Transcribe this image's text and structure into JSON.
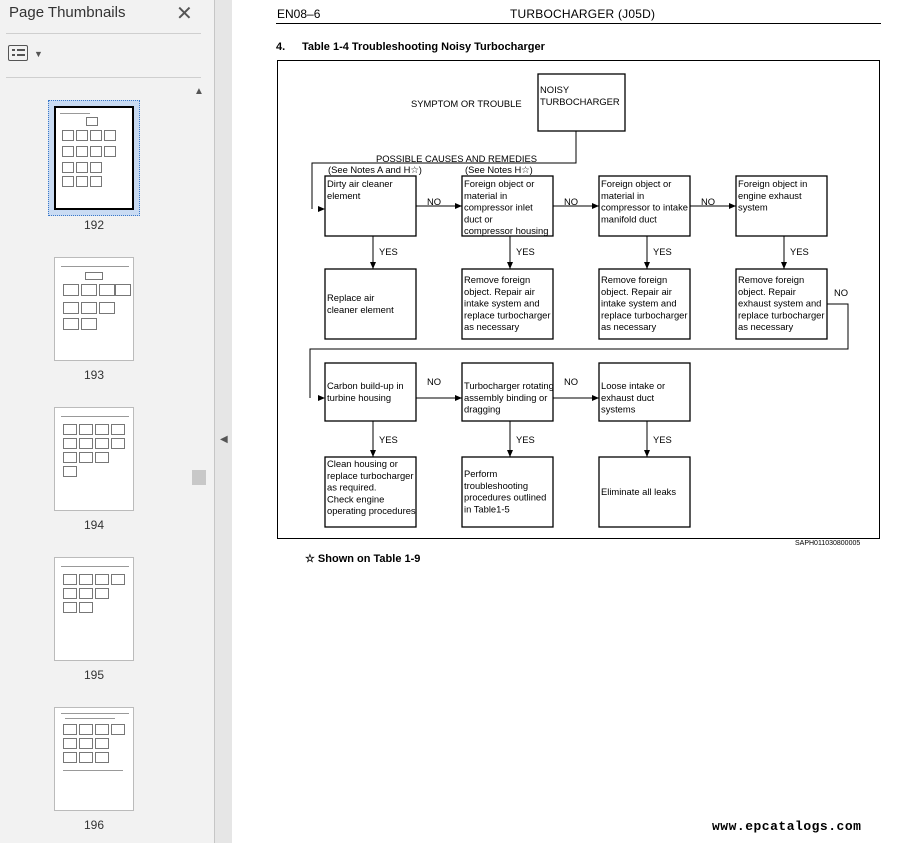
{
  "sidebar": {
    "title": "Page Thumbnails",
    "close_icon": "close-icon",
    "options_icon": "thumbnail-options-icon",
    "thumbnails": [
      {
        "label": "192",
        "selected": true
      },
      {
        "label": "193",
        "selected": false
      },
      {
        "label": "194",
        "selected": false
      },
      {
        "label": "195",
        "selected": false
      },
      {
        "label": "196",
        "selected": false
      }
    ]
  },
  "splitter": {
    "collapse_icon": "chevron-left-icon"
  },
  "document": {
    "header_left": "EN08–6",
    "header_right": "TURBOCHARGER (J05D)",
    "section_number": "4.",
    "section_title": "Table 1-4 Troubleshooting Noisy Turbocharger",
    "diagram": {
      "symptom_label": "SYMPTOM OR TROUBLE",
      "symptom_box": [
        "NOISY",
        "TURBOCHARGER"
      ],
      "causes_label": "POSSIBLE CAUSES AND REMEDIES",
      "note_a": "(See Notes A and H☆)",
      "note_b": "(See Notes H☆)",
      "row1": [
        {
          "cause": [
            "Dirty air cleaner",
            "element"
          ],
          "remedy": [
            "Replace air",
            "cleaner element"
          ]
        },
        {
          "cause": [
            "Foreign object or",
            "material in",
            "compressor inlet",
            "duct or",
            "compressor housing"
          ],
          "remedy": [
            "Remove foreign",
            "object. Repair air",
            "intake system and",
            "replace turbocharger",
            "as necessary"
          ]
        },
        {
          "cause": [
            "Foreign object or",
            "material in",
            "compressor to intake",
            "manifold duct"
          ],
          "remedy": [
            "Remove foreign",
            "object. Repair air",
            "intake system and",
            "replace turbocharger",
            "as necessary"
          ]
        },
        {
          "cause": [
            "Foreign object in",
            "engine exhaust",
            "system"
          ],
          "remedy": [
            "Remove foreign",
            "object. Repair",
            "exhaust system and",
            "replace  turbocharger",
            "as necessary"
          ]
        }
      ],
      "row2": [
        {
          "cause": [
            "Carbon build-up in",
            "turbine housing"
          ],
          "remedy": [
            "Clean housing or",
            "replace turbocharger",
            "as required.",
            "Check engine",
            "operating procedures"
          ]
        },
        {
          "cause": [
            "Turbocharger rotating",
            "assembly binding or",
            "dragging"
          ],
          "remedy": [
            "Perform",
            "troubleshooting",
            "procedures outlined",
            "in Table1-5"
          ]
        },
        {
          "cause": [
            "Loose intake or",
            "exhaust duct",
            "systems"
          ],
          "remedy": [
            "Eliminate all leaks"
          ]
        }
      ],
      "yes_label": "YES",
      "no_label": "NO"
    },
    "image_code": "SAPH011030800005",
    "footnote": "☆ Shown on Table 1-9",
    "watermark": "www.epcatalogs.com"
  }
}
